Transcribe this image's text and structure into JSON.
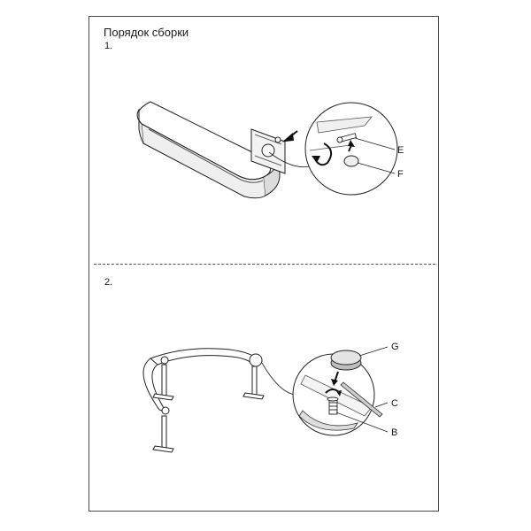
{
  "title": "Порядок сборки",
  "steps": [
    {
      "number": "1."
    },
    {
      "number": "2."
    }
  ],
  "labels": {
    "e": "E",
    "f": "F",
    "g": "G",
    "c": "C",
    "b": "B"
  }
}
